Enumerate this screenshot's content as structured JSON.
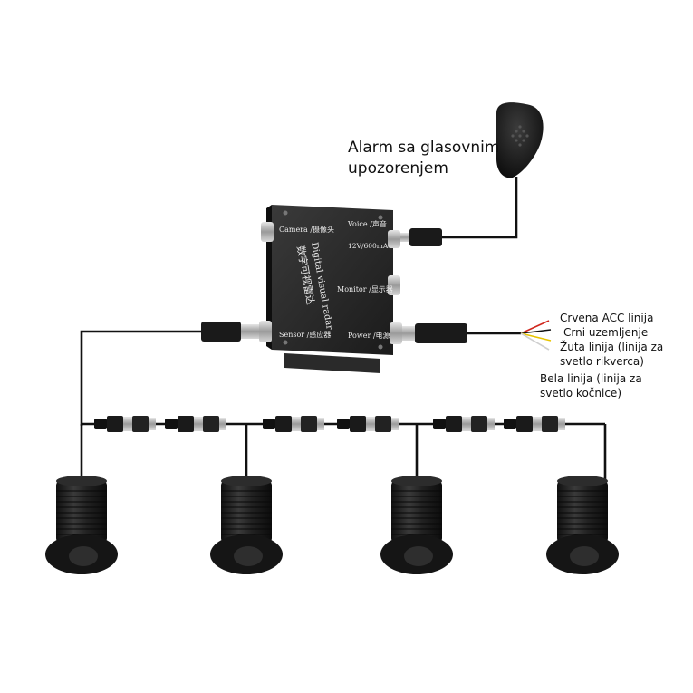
{
  "alarm": {
    "label_line1": "Alarm sa glasovnim",
    "label_line2": "upozorenjem"
  },
  "control_box": {
    "port_camera": "Camera /摄像头",
    "port_voice": "Voice /声音",
    "rating": "12V/600mA",
    "port_monitor": "Monitor /显示器",
    "port_sensor": "Sensor /感应器",
    "port_power": "Power /电源",
    "title_en": "Digital visual radar",
    "title_cn": "数字可视雷达"
  },
  "power_wires": [
    {
      "label": "Crvena ACC linija",
      "color": "#d0271d"
    },
    {
      "label": "Crni uzemljenje",
      "color": "#111111"
    },
    {
      "label": "Žuta linija (linija za",
      "label2": "svetlo rikverca)",
      "color": "#e8c400"
    },
    {
      "label": "Bela linija (linija za",
      "label2": "svetlo kočnice)",
      "color": "#f4f4f4"
    }
  ],
  "colors": {
    "cable": "#111111",
    "device": "#1c1c1c",
    "connector_metal": "#c9c9c9"
  }
}
